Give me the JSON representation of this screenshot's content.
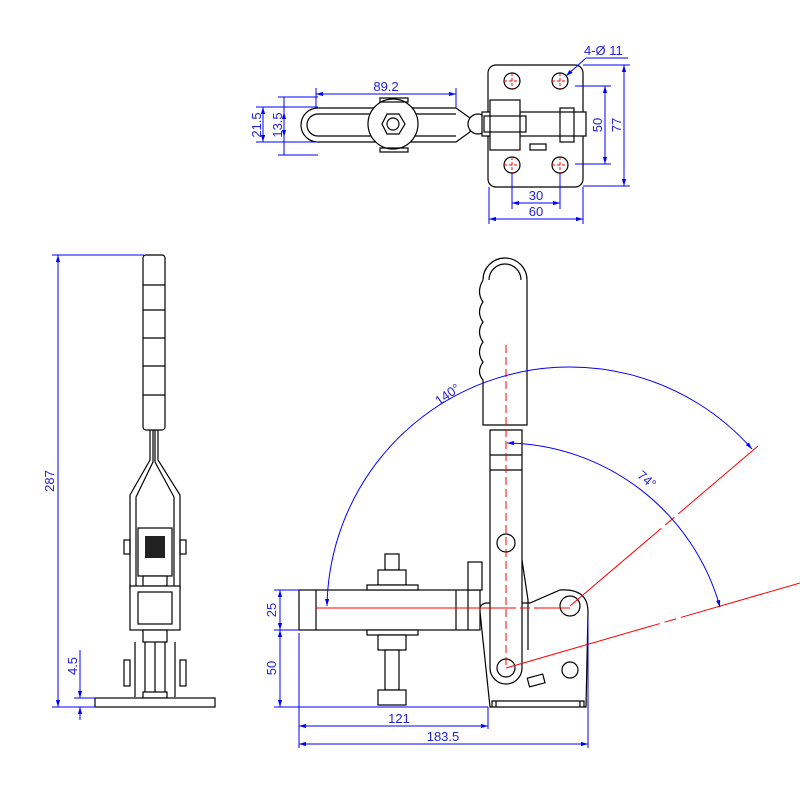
{
  "drawing": {
    "title": "Vertical toggle clamp",
    "colors": {
      "outline": "#000000",
      "centerline": "#ff0000",
      "dimension": "#0000ff"
    },
    "top_view": {
      "dims": {
        "handle_length": "89.2",
        "outer_width": "21.5",
        "slot_width": "13.5",
        "hole_pitch_y": "50",
        "base_length": "77",
        "hole_pitch_x": "30",
        "base_width": "60",
        "holes": "4-Ø 11"
      }
    },
    "side_view": {
      "dims": {
        "total_height": "287",
        "base_thickness": "4.5"
      }
    },
    "front_view": {
      "dims": {
        "bar_height": "25",
        "bar_elevation": "50",
        "bar_reach": "121",
        "overall_length": "183.5",
        "open_angle": "140°",
        "handle_angle": "74°"
      }
    }
  }
}
